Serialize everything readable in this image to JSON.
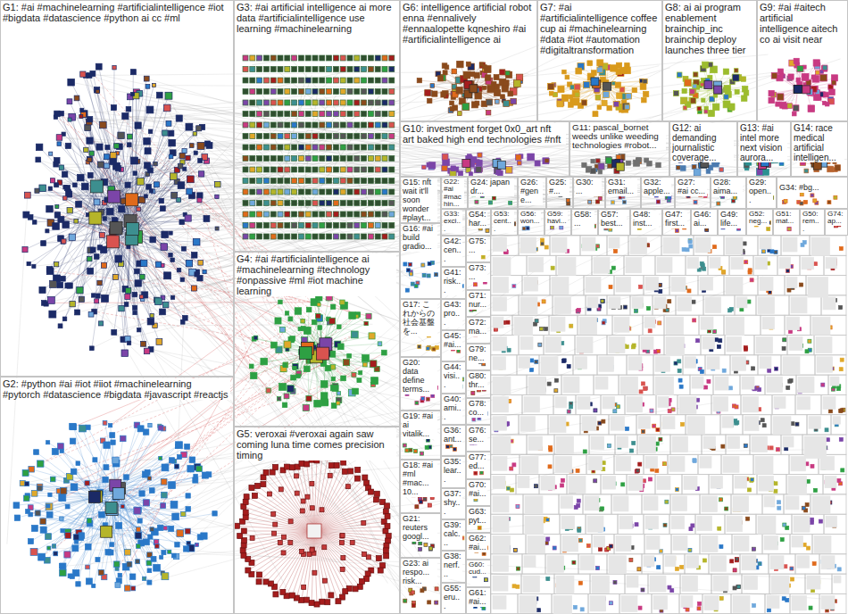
{
  "diagram": {
    "nodes": [
      {
        "text": [
          "G1: #ai #machinelearning #artificialintelligence #iot #bigdata #datascience #python ai cc #ml"
        ]
      },
      {
        "text": [
          "G2: #python #ai #iot #iiot #machinelearning #pytorch #datascience #bigdata #javascript #reactjs"
        ]
      },
      {
        "text": [
          "G3: #ai artificial intelligence ai more data #artificialintelligence use learning #machinelearning"
        ]
      },
      {
        "text": [
          "G4: #ai #artificialintelligence ai #machinelearning #technology #onpassive #ml #iot machine learning"
        ]
      },
      {
        "text": [
          "G5: veroxai #veroxai again saw coming luna time comes precision timing"
        ]
      },
      {
        "text": [
          "G6: intelligence artificial robot enna #ennalively #ennaalopette kqneshiro #ai #artificialintelligence ai"
        ]
      },
      {
        "text": [
          "G7: #ai #artificialintelligence coffee cup ai #machinelearning #data #iot #automation #digitaltransformation"
        ]
      },
      {
        "text": [
          "G8: ai ai program enablement brainchip_inc brainchip deploy launches three tier"
        ]
      },
      {
        "text": [
          "G9: #ai #aitech artificial intelligence aitech co ai visit near"
        ]
      },
      {
        "text": [
          "G10: investment forget 0x0_art nft art baked high end technologies #nft"
        ]
      },
      {
        "text": [
          "G11: pascal_bornet weeds unlike weeding technologies #robot..."
        ]
      },
      {
        "text": [
          "G12: ai demanding journalistic coverage..."
        ]
      },
      {
        "text": [
          "G13: #ai intel more next vision aurora..."
        ]
      },
      {
        "text": [
          "G14: race medical artificial intelligen..."
        ]
      },
      {
        "text": [
          "G15: nft wait it'll soon wonder #playt..."
        ]
      },
      {
        "text": [
          "G16: #ai build gradio..."
        ]
      },
      {
        "text": [
          "G17: これからの社会基盤を..."
        ]
      },
      {
        "text": [
          "G20: data define terms..."
        ]
      },
      {
        "text": [
          "G19: #ai ai vitalik..."
        ]
      },
      {
        "text": [
          "G18: #ai #ml #mac... 10..."
        ]
      },
      {
        "text": [
          "G21: reuters googl..."
        ]
      },
      {
        "text": [
          "G23: ai respo... risk..."
        ]
      },
      {
        "text": [
          "G22: #ai #machin..."
        ]
      },
      {
        "text": [
          "G24: japan dr..."
        ]
      },
      {
        "text": [
          "G26: #gene..."
        ]
      },
      {
        "text": [
          "G25: #..."
        ]
      },
      {
        "text": [
          "G30: ..."
        ]
      },
      {
        "text": [
          "G31: email..."
        ]
      },
      {
        "text": [
          "G32: apple..."
        ]
      },
      {
        "text": [
          "G27: #ai cc..."
        ]
      },
      {
        "text": [
          "G28: aima..."
        ]
      },
      {
        "text": [
          "G29: open..."
        ]
      },
      {
        "text": [
          "G34: #bg..."
        ]
      },
      {
        "text": [
          "G33: exci..."
        ]
      },
      {
        "text": [
          "G54: har..."
        ]
      },
      {
        "text": [
          "G53: cent..."
        ]
      },
      {
        "text": [
          "G56: won..."
        ]
      },
      {
        "text": [
          "G59: havi..."
        ]
      },
      {
        "text": [
          "G58: ..."
        ]
      },
      {
        "text": [
          "G57: best..."
        ]
      },
      {
        "text": [
          "G48: inst..."
        ]
      },
      {
        "text": [
          "G47: first..."
        ]
      },
      {
        "text": [
          "G46: ai..."
        ]
      },
      {
        "text": [
          "G49: life..."
        ]
      },
      {
        "text": [
          "G52: neg..."
        ]
      },
      {
        "text": [
          "G51: mat..."
        ]
      },
      {
        "text": [
          "G50: rem..."
        ]
      },
      {
        "text": [
          "G74: ap..."
        ]
      },
      {
        "text": [
          "G42: cen..."
        ]
      },
      {
        "text": [
          "G41: risk..."
        ]
      },
      {
        "text": [
          "G43: pro..."
        ]
      },
      {
        "text": [
          "G45: #ai..."
        ]
      },
      {
        "text": [
          "G44: visi..."
        ]
      },
      {
        "text": [
          "G40: ami..."
        ]
      },
      {
        "text": [
          "G36: ant..."
        ]
      },
      {
        "text": [
          "G35: lear..."
        ]
      },
      {
        "text": [
          "G37: shy..."
        ]
      },
      {
        "text": [
          "G39: calc..."
        ]
      },
      {
        "text": [
          "G38: nerf..."
        ]
      },
      {
        "text": [
          "G55: eru..."
        ]
      },
      {
        "text": [
          "G75: ..."
        ]
      },
      {
        "text": [
          "G73: ..."
        ]
      },
      {
        "text": [
          "G71: nur..."
        ]
      },
      {
        "text": [
          "G72: ma..."
        ]
      },
      {
        "text": [
          "G79: ne..."
        ]
      },
      {
        "text": [
          "G80: thr..."
        ]
      },
      {
        "text": [
          "G78: co..."
        ]
      },
      {
        "text": [
          "G76: se..."
        ]
      },
      {
        "text": [
          "G77: ed..."
        ]
      },
      {
        "text": [
          "G70: #ai..."
        ]
      },
      {
        "text": [
          "G63: pyt..."
        ]
      },
      {
        "text": [
          "G62: #ai..."
        ]
      },
      {
        "text": [
          "G60: cud..."
        ]
      },
      {
        "text": [
          "G61: #ai..."
        ]
      }
    ]
  }
}
